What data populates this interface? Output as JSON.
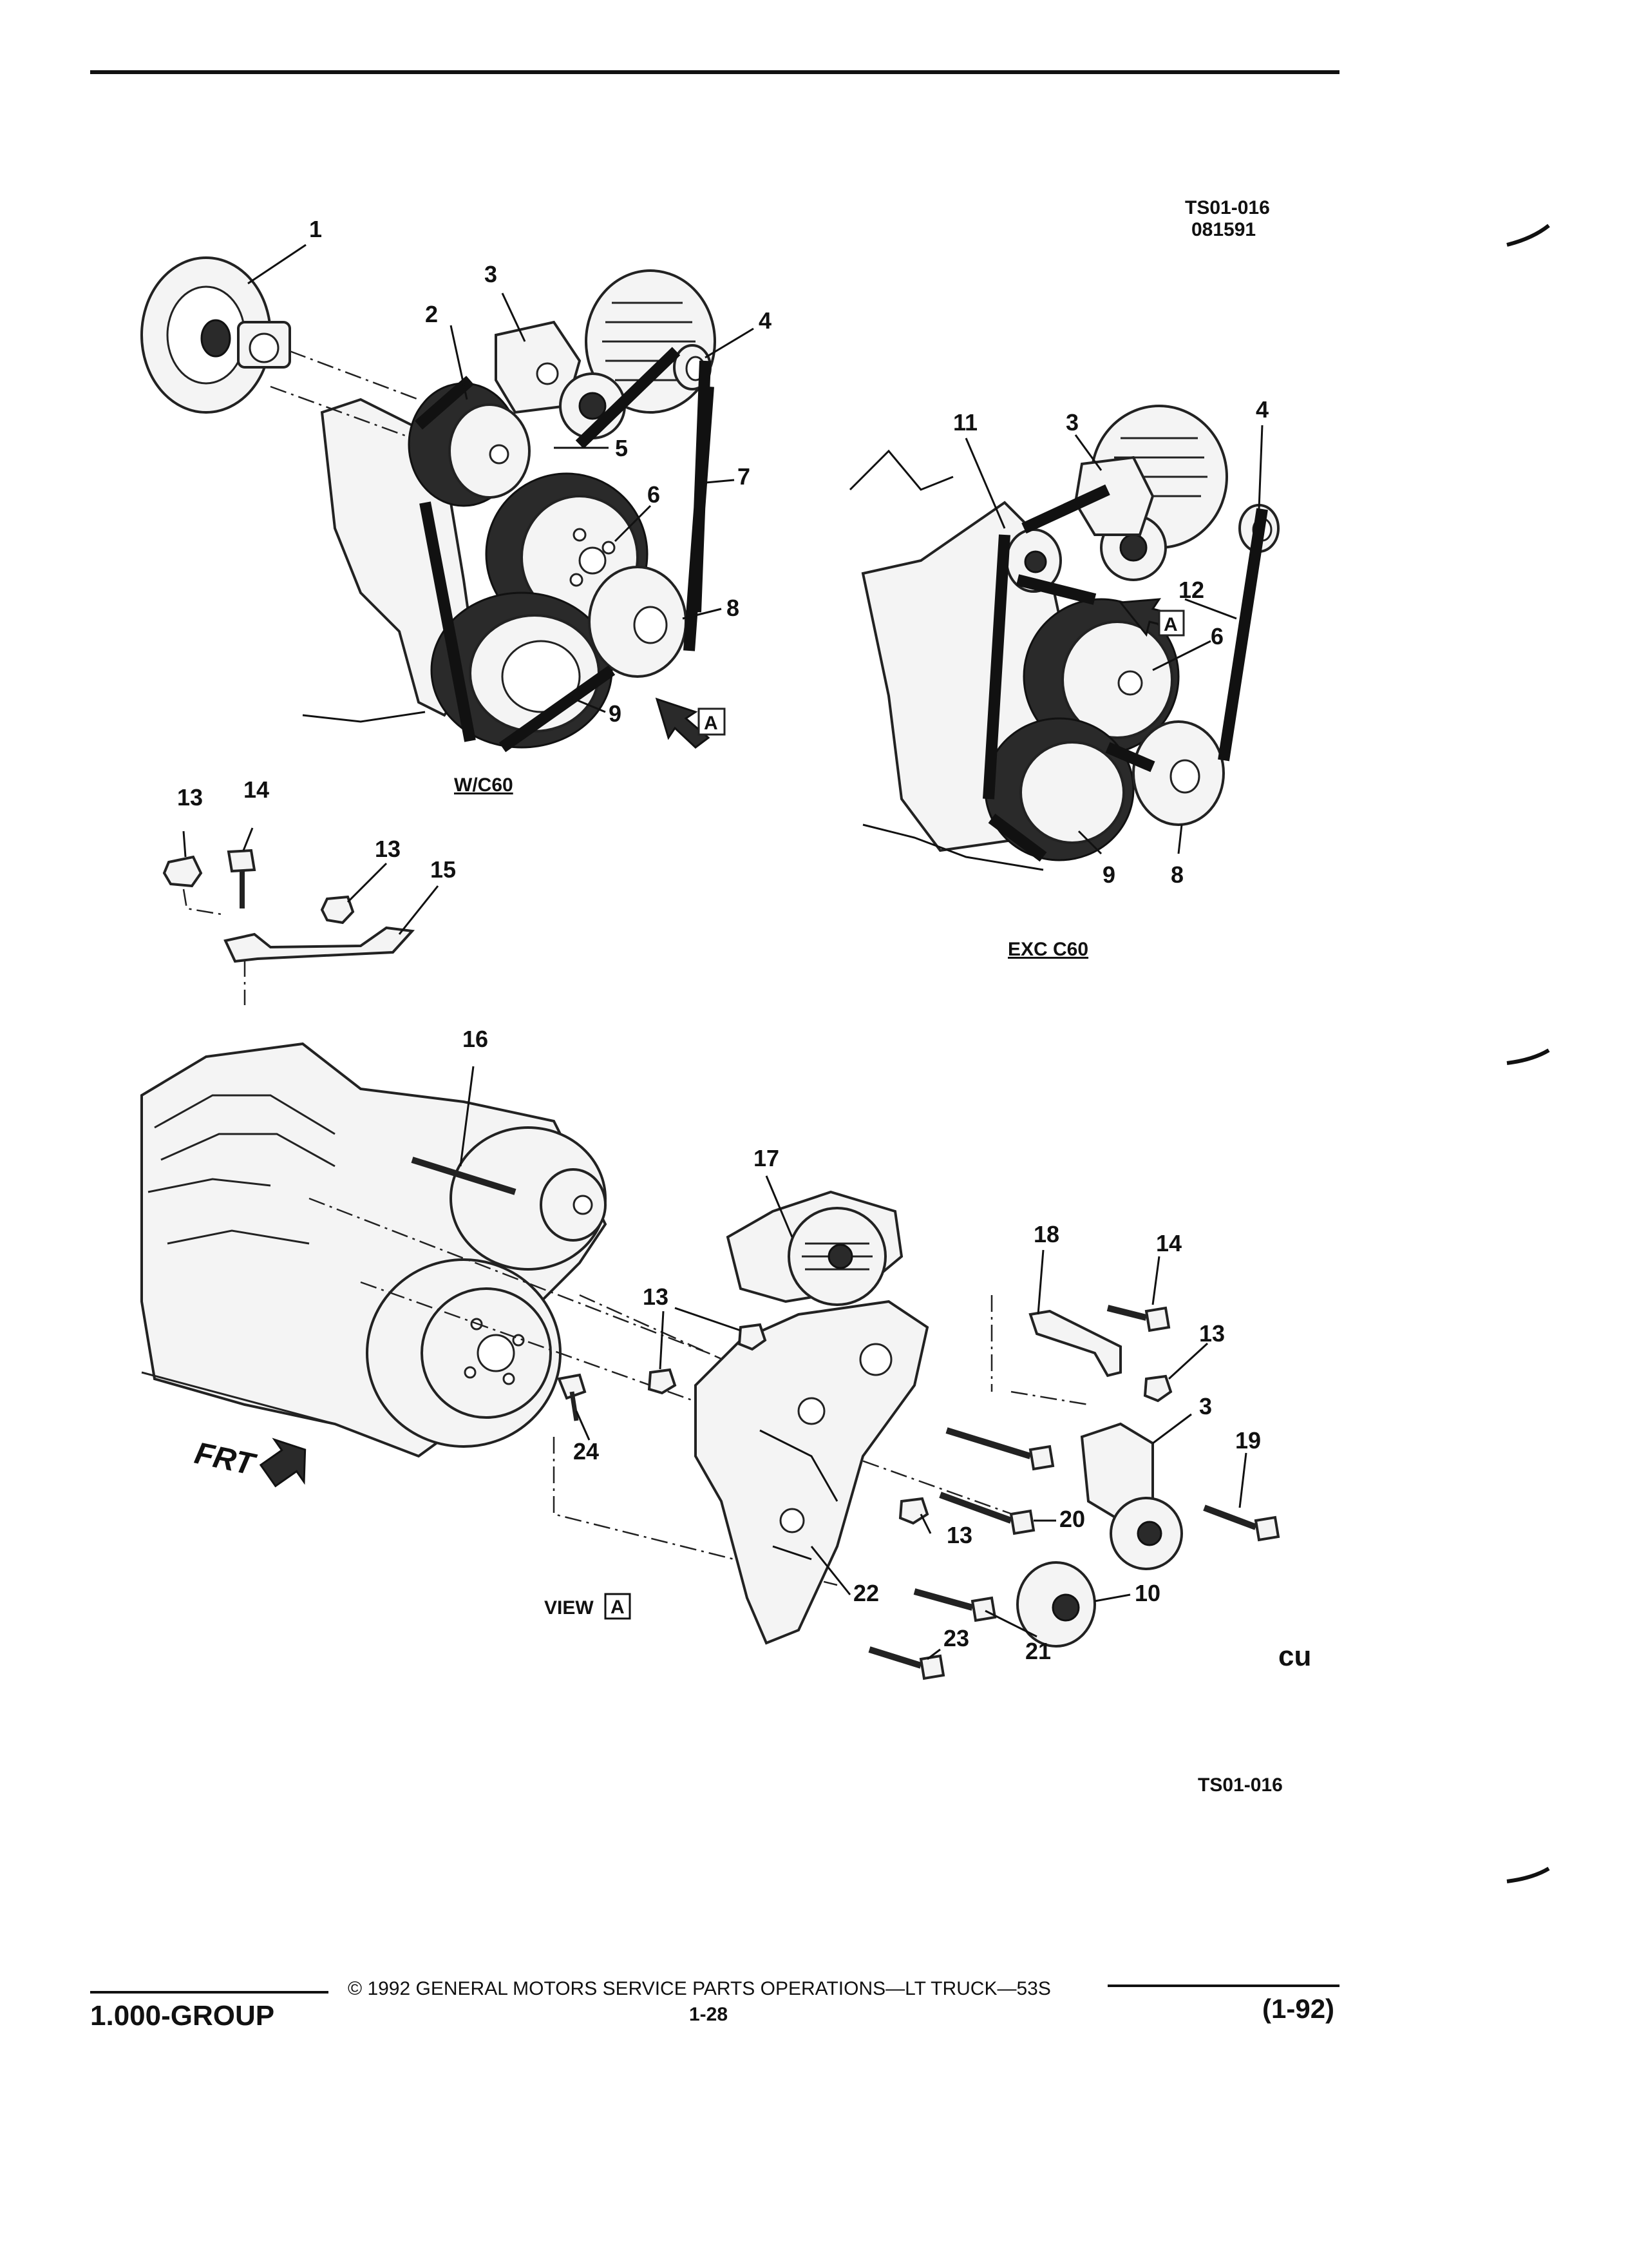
{
  "header": {
    "figure_code": "TS01-016",
    "date_code": "081591"
  },
  "views": {
    "w_c60": "W/C60",
    "exc_c60": "EXC C60",
    "view_a_word": "VIEW",
    "view_a_letter": "A",
    "front": "FRT",
    "arrow_letter": "A"
  },
  "callouts": [
    "1",
    "2",
    "3",
    "4",
    "5",
    "6",
    "7",
    "8",
    "9",
    "10",
    "11",
    "12",
    "13",
    "14",
    "15",
    "16",
    "17",
    "18",
    "19",
    "20",
    "21",
    "22",
    "23",
    "24"
  ],
  "figure_code_bottom": "TS01-016",
  "footer": {
    "copyright": "© 1992 GENERAL MOTORS SERVICE PARTS OPERATIONS—LT TRUCK—53S",
    "group": "1.000-GROUP",
    "page": "1-28",
    "date": "(1-92)"
  }
}
